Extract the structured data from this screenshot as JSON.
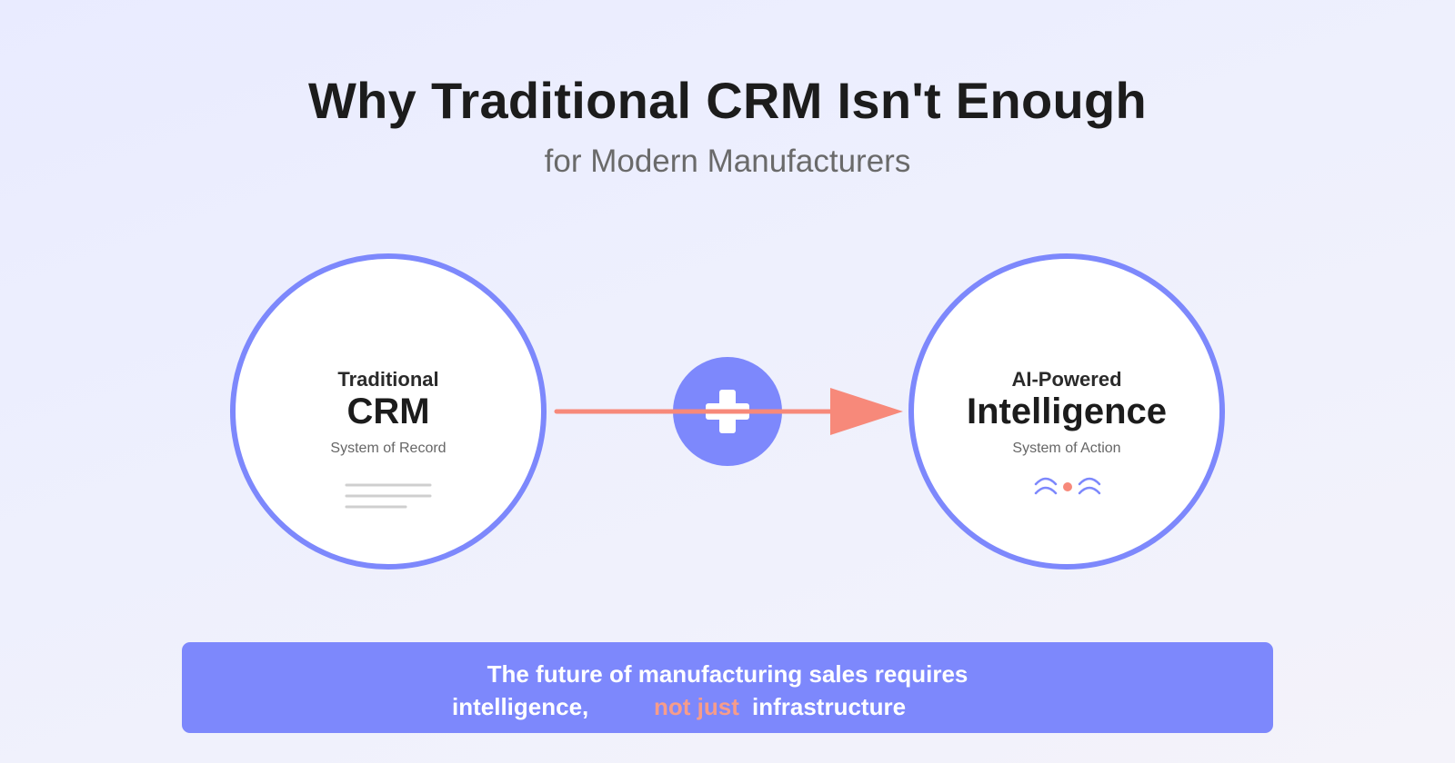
{
  "header": {
    "title": "Why Traditional CRM Isn't Enough",
    "subtitle": "for Modern Manufacturers"
  },
  "left_circle": {
    "kicker": "Traditional",
    "name": "CRM",
    "caption": "System of Record",
    "icon": "document-lines-icon"
  },
  "connector": {
    "icon": "plus-icon",
    "arrow": "arrow-right-icon"
  },
  "right_circle": {
    "kicker": "AI-Powered",
    "name": "Intelligence",
    "caption": "System of Action",
    "icon": "signal-waves-icon"
  },
  "banner": {
    "line1": "The future of manufacturing sales requires",
    "line2_prefix": "intelligence,",
    "line2_emphasis": "not just",
    "line2_suffix": "infrastructure"
  },
  "colors": {
    "accent_blue": "#7d88fc",
    "accent_coral": "#f7897a",
    "background": "#eceefd"
  }
}
